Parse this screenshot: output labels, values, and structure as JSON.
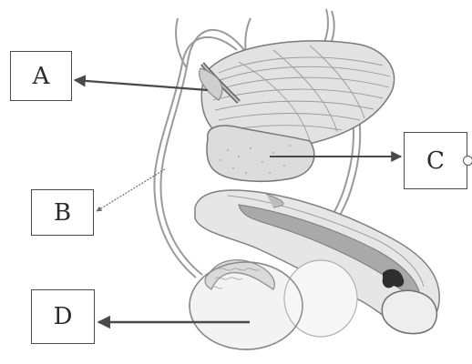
{
  "labels": {
    "a": "A",
    "b": "B",
    "c": "C",
    "d": "D"
  },
  "colors": {
    "outline": "#8a8a8a",
    "shade": "#d9d9d9",
    "dark_shade": "#6a6a6a",
    "arrow": "#4a4a4a"
  }
}
